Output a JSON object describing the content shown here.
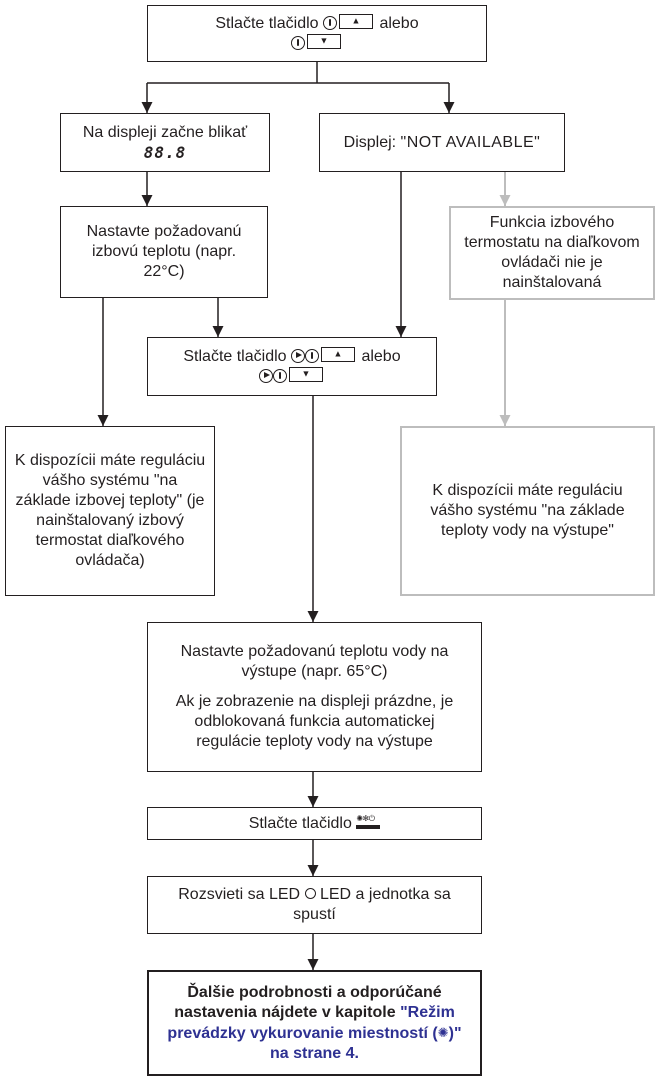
{
  "nodes": {
    "press_start": {
      "line1_text": "Stlačte tlačidlo",
      "line1_suffix": "alebo"
    },
    "blink": {
      "text": "Na displeji začne blikať",
      "display_value": "88.8"
    },
    "not_available": {
      "prefix": "Displej: ",
      "value": "\"NOT AVAILABLE\""
    },
    "set_room": {
      "text": "Nastavte požadovanú izbovú teplotu (napr. 22°C)"
    },
    "not_installed": {
      "text": "Funkcia izbového termostatu na diaľkovom ovládači nie je nainštalovaná"
    },
    "press_second": {
      "line1_text": "Stlačte tlačidlo",
      "line1_suffix": "alebo"
    },
    "room_control": {
      "text": "K dispozícii máte reguláciu vášho systému \"na základe izbovej teploty\" (je nainštalovaný izbový termostat diaľkového ovládača)"
    },
    "water_control": {
      "text": "K dispozícii máte reguláciu vášho systému \"na základe teploty vody na výstupe\""
    },
    "set_water": {
      "para1": "Nastavte požadovanú teplotu vody na výstupe (napr. 65°C)",
      "para2": "Ak je zobrazenie na displeji prázdne, je odblokovaná funkcia automatickej regulácie teploty vody na výstupe"
    },
    "press_onoff": {
      "text": "Stlačte tlačidlo"
    },
    "led_on": {
      "part1": "Rozsvieti sa LED",
      "part2": "LED a jednotka sa spustí"
    },
    "more_info": {
      "text_bold": "Ďalšie podrobnosti a odporúčané nastavenia nájdete v kapitole",
      "link_text": "\"Režim prevádzky vykurovanie miestností (",
      "link_text_end": ")\" na strane 4."
    }
  },
  "colors": {
    "line": "#231f20",
    "gray_line": "#bdbdbd",
    "link": "#2e3192"
  },
  "icons": [
    "thermometer-button-icon",
    "arrow-up-key-icon",
    "arrow-down-key-icon",
    "play-icon",
    "heating-sun-icon",
    "on-off-button-icon",
    "led-circle-icon"
  ]
}
